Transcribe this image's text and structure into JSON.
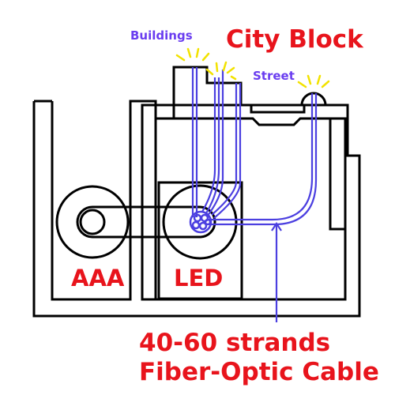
{
  "labels": {
    "buildings": "Buildings",
    "city_block": "City Block",
    "street": "Street",
    "battery": "AAA",
    "led": "LED",
    "strands": "40-60 strands",
    "cable": "Fiber-Optic Cable"
  },
  "colors": {
    "outline": "#000000",
    "fiber": "#4b3fe0",
    "sparkle": "#f2e200",
    "red_text": "#e8141c",
    "blue_text": "#6a3df0"
  }
}
